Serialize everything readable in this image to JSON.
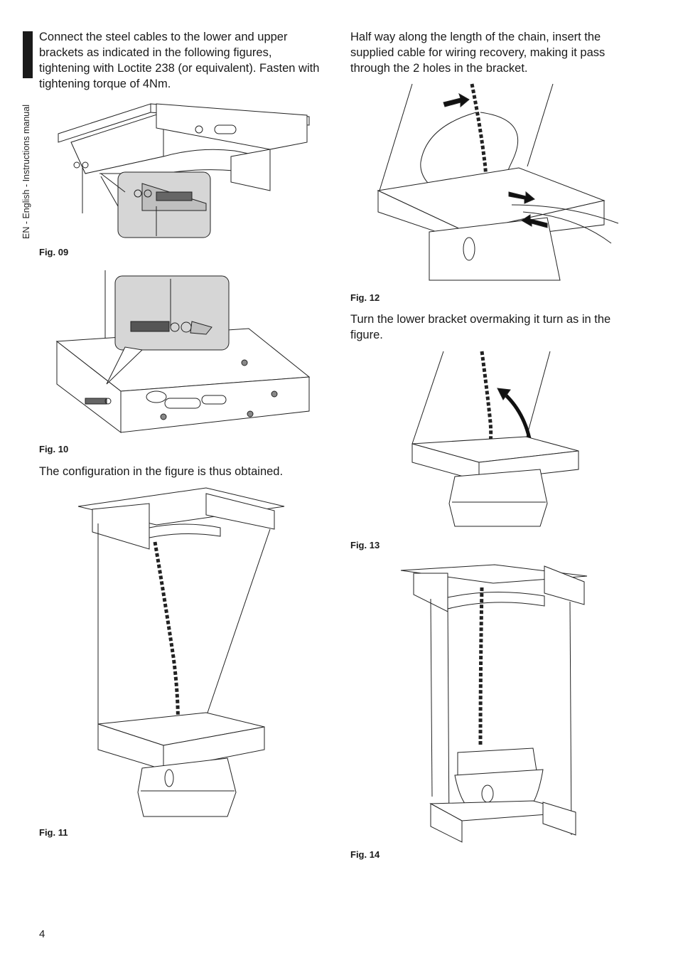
{
  "sidebar": {
    "label": "EN - English - Instructions manual"
  },
  "left": {
    "intro_text": "Connect the steel cables to the lower and upper brackets as indicated in the following figures, tightening with Loctite 238 (or equivalent). Fasten with tightening torque of 4Nm.",
    "fig09_caption": "Fig. 09",
    "fig10_caption": "Fig. 10",
    "config_text": "The configuration in the figure is thus obtained.",
    "fig11_caption": "Fig. 11"
  },
  "right": {
    "chain_text": "Half way along the length of the chain, insert the supplied cable for wiring recovery, making it pass through the 2 holes in the bracket.",
    "fig12_caption": "Fig. 12",
    "turn_text": "Turn the lower bracket overmaking it turn as in the figure.",
    "fig13_caption": "Fig. 13",
    "fig14_caption": "Fig. 14"
  },
  "footer": {
    "page_number": "4"
  }
}
